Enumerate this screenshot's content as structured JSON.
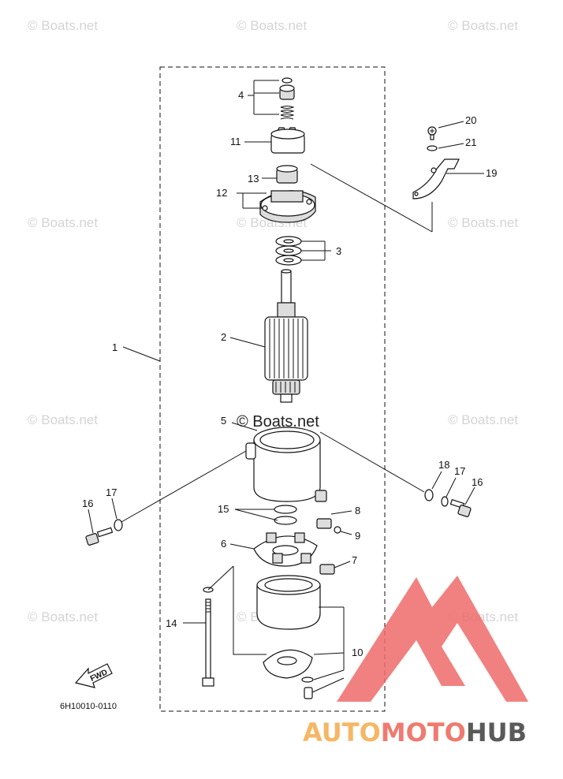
{
  "watermark": "© Boats.net",
  "center_watermark": "© Boats.net",
  "part_code": "6H10010-0110",
  "fwd_label": "FWD",
  "brand": {
    "part1": "AUTO",
    "part2": "MOTO",
    "part3": "HUB",
    "color1": "#f5b766",
    "color2": "#ef7a6f",
    "color3": "#5a5a5a",
    "logo_color": "#ef6b6b"
  },
  "callouts": {
    "c1": "1",
    "c2": "2",
    "c3": "3",
    "c4": "4",
    "c5": "5",
    "c6": "6",
    "c7": "7",
    "c8": "8",
    "c9": "9",
    "c10": "10",
    "c11": "11",
    "c12": "12",
    "c13": "13",
    "c14": "14",
    "c15": "15",
    "c16a": "16",
    "c16b": "16",
    "c17a": "17",
    "c17b": "17",
    "c18": "18",
    "c19": "19",
    "c20": "20",
    "c21": "21"
  }
}
